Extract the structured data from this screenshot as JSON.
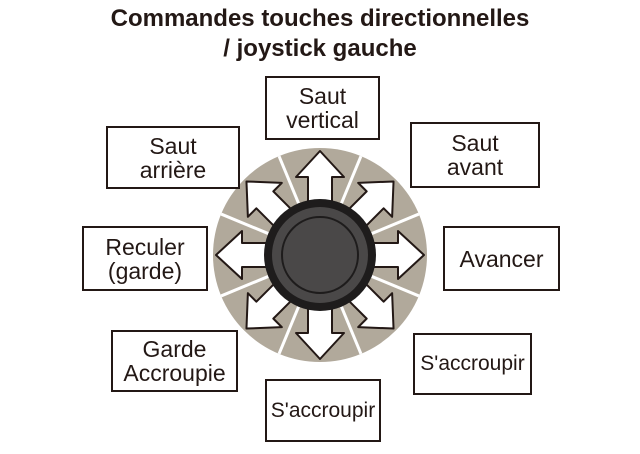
{
  "title": {
    "line1": "Commandes touches directionnelles",
    "line2": "/ joystick gauche"
  },
  "directions": {
    "up": [
      "Saut",
      "vertical"
    ],
    "up_left": [
      "Saut",
      "arrière"
    ],
    "up_right": [
      "Saut",
      "avant"
    ],
    "left": [
      "Reculer",
      "(garde)"
    ],
    "right": [
      "Avancer"
    ],
    "down_left": [
      "Garde",
      "Accroupie"
    ],
    "down": [
      "S'accroupir"
    ],
    "down_right": [
      "S'accroupir"
    ]
  },
  "colors": {
    "ring": "#b1a99b",
    "arrow_fill": "#ffffff",
    "stroke": "#231815",
    "stick": "#4a4848",
    "stick_dark": "#1e1c1c"
  },
  "icons": {
    "joystick": "joystick-icon",
    "arrows": "direction-arrow-icon"
  }
}
